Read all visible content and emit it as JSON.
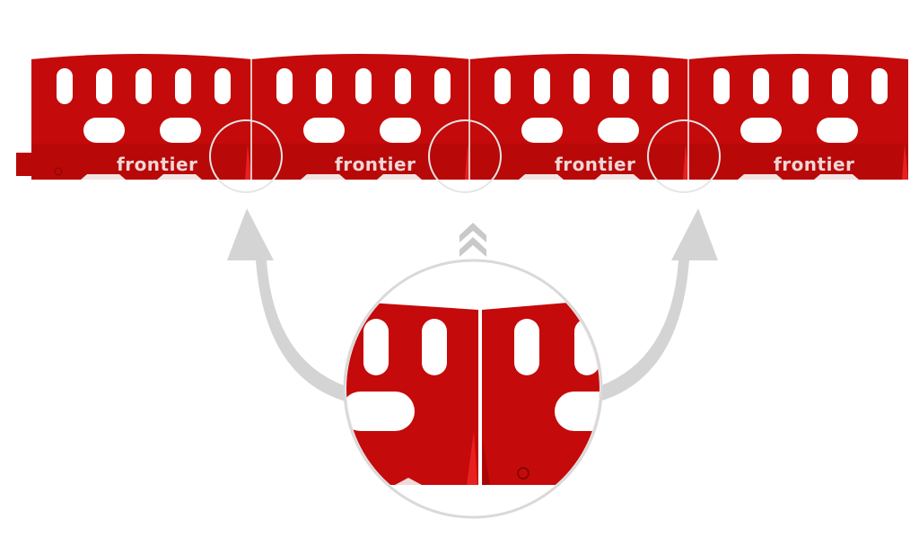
{
  "product": {
    "logo_text": "frontier",
    "panel_count": 4
  },
  "colors": {
    "barrier_red": "#c40a0a",
    "barrier_shade": "#a80606",
    "highlight_red": "#e01515",
    "arrow_grey": "#d4d4d4",
    "circle_outline": "#d9d9d9"
  },
  "icons": {
    "connect_arrows": "curved-arrow-icon",
    "chevrons": "double-chevron-up-icon",
    "zoom_lens": "magnifier-circle"
  }
}
